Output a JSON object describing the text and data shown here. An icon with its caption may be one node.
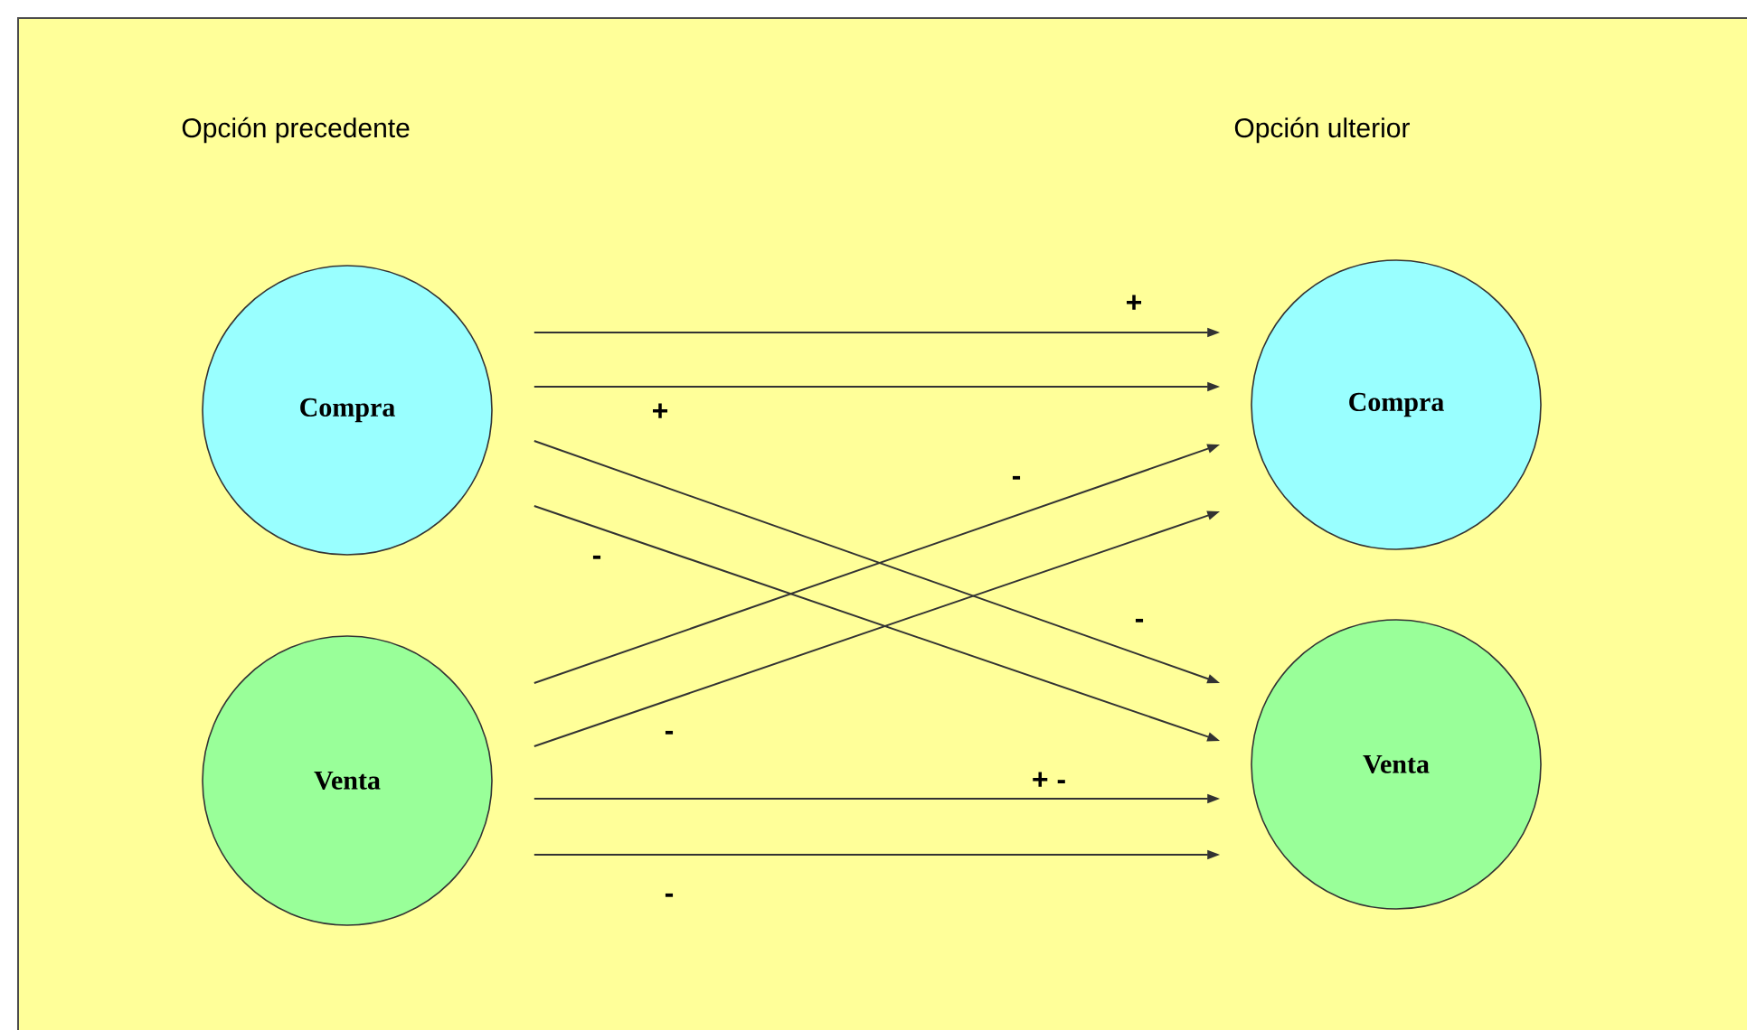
{
  "diagram": {
    "nodes": [
      {
        "text": [
          "Compra"
        ]
      },
      {
        "text": [
          "Venta"
        ]
      },
      {
        "text": [
          "Compra"
        ]
      },
      {
        "text": [
          "Venta"
        ]
      }
    ],
    "edges": [
      {
        "from": 0,
        "to": 2,
        "arrow": "to",
        "label": "+"
      },
      {
        "from": 0,
        "to": 2,
        "arrow": "to",
        "label": "+"
      },
      {
        "from": 0,
        "to": 3,
        "arrow": "to",
        "label": "-"
      },
      {
        "from": 0,
        "to": 3,
        "arrow": "to",
        "label": "-"
      },
      {
        "from": 1,
        "to": 2,
        "arrow": "to",
        "label": "-"
      },
      {
        "from": 1,
        "to": 2,
        "arrow": "to",
        "label": "-"
      },
      {
        "from": 1,
        "to": 3,
        "arrow": "to",
        "label": "+ -"
      },
      {
        "from": 1,
        "to": 3,
        "arrow": "to",
        "label": "-"
      }
    ],
    "labels": [
      "Opción precedente",
      "Opción ulterior"
    ]
  }
}
